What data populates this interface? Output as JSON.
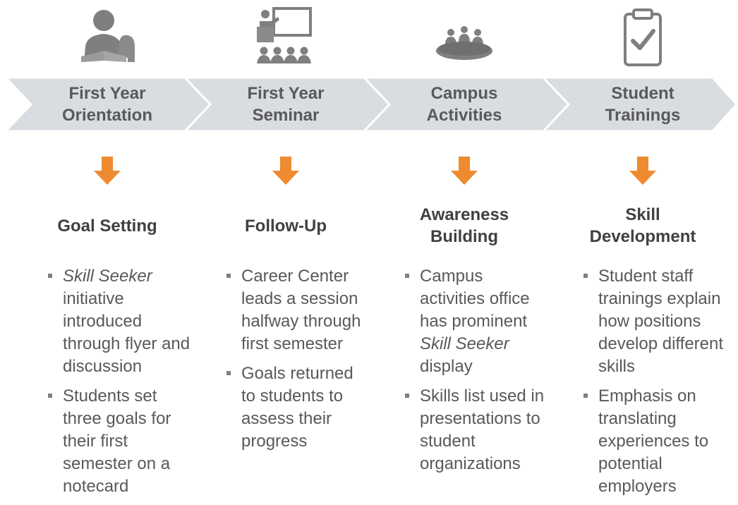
{
  "colors": {
    "chevron": "#d9dde2",
    "arrow": "#ee8a30",
    "icon": "#7f7f7f"
  },
  "stages": [
    {
      "label": "First Year\nOrientation",
      "icon": "student-reading-icon",
      "outcome": "Goal Setting",
      "bullets": [
        {
          "em": "Skill Seeker",
          "text": " initiative introduced through flyer and discussion"
        },
        {
          "text": "Students set three goals for their first semester on a notecard"
        }
      ]
    },
    {
      "label": "First Year\nSeminar",
      "icon": "classroom-presentation-icon",
      "outcome": "Follow-Up",
      "bullets": [
        {
          "text": "Career Center leads a session halfway through first semester"
        },
        {
          "text": "Goals returned to students to assess their progress"
        }
      ]
    },
    {
      "label": "Campus\nActivities",
      "icon": "meeting-table-icon",
      "outcome": "Awareness\nBuilding",
      "bullets": [
        {
          "pre": "Campus activities office has prominent ",
          "em": "Skill Seeker",
          "text": " display"
        },
        {
          "text": "Skills list used in presentations to student organizations"
        }
      ]
    },
    {
      "label": "Student\nTrainings",
      "icon": "clipboard-check-icon",
      "outcome": "Skill\nDevelopment",
      "bullets": [
        {
          "text": "Student staff trainings explain how positions develop different skills"
        },
        {
          "text": "Emphasis on translating experiences to potential employers"
        }
      ]
    }
  ]
}
